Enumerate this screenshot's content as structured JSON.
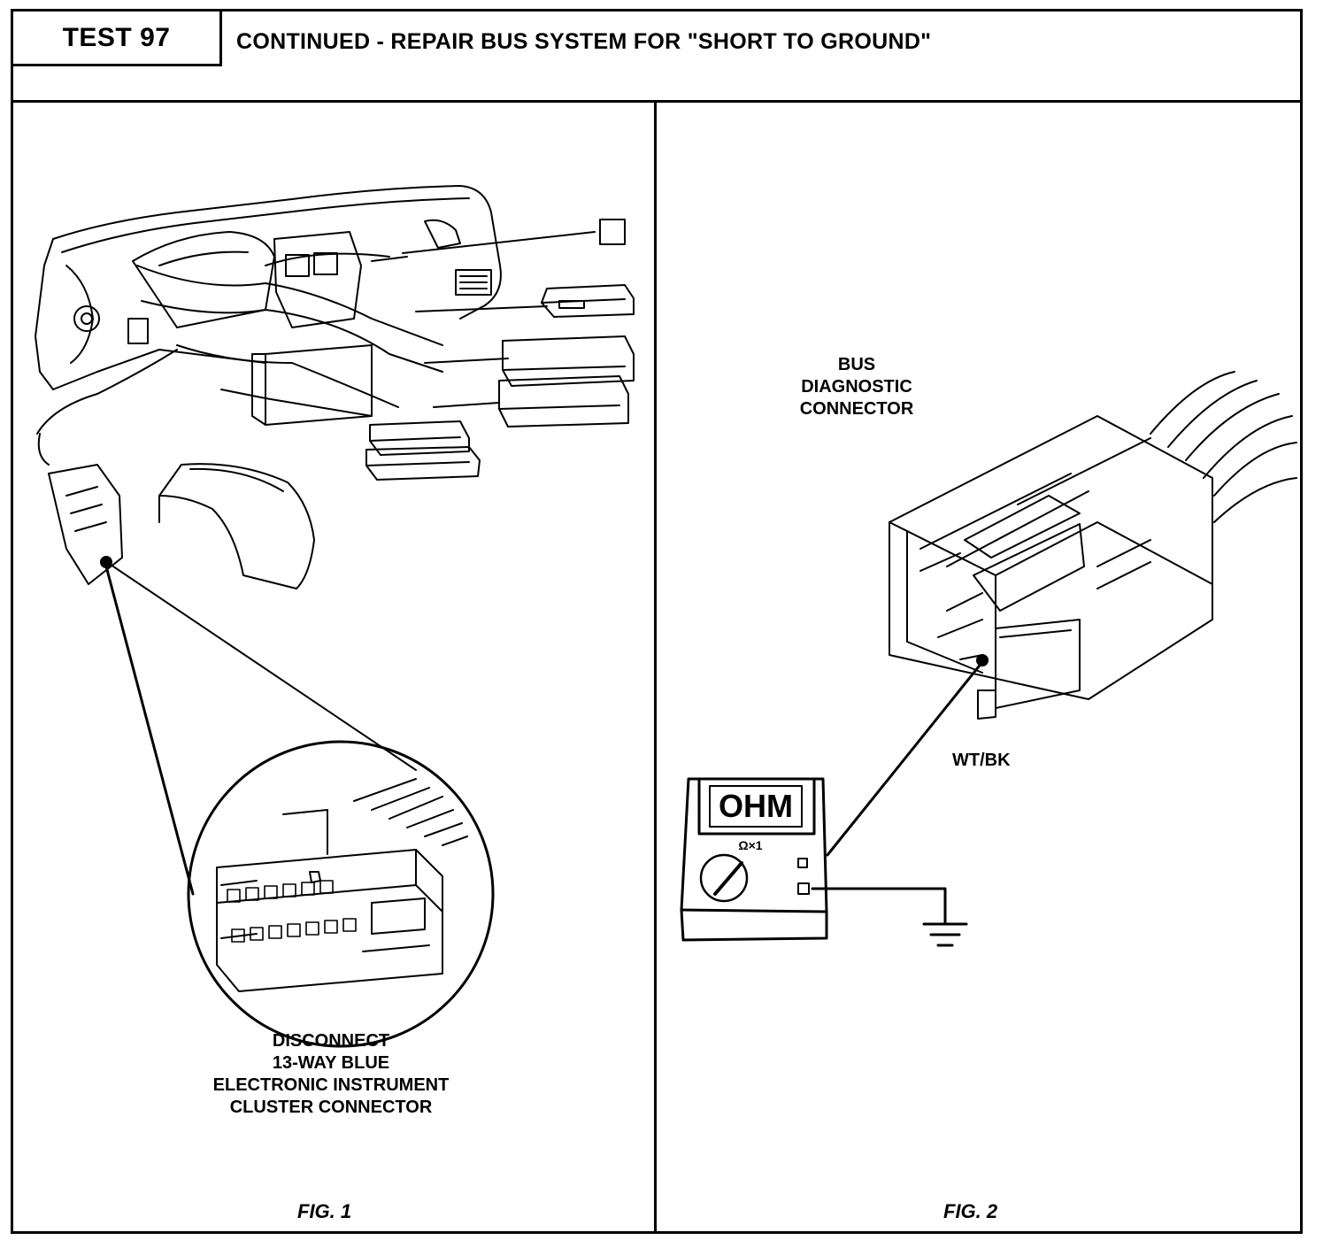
{
  "header": {
    "test_label": "TEST 97",
    "title": "CONTINUED -  REPAIR BUS SYSTEM FOR \"SHORT TO GROUND\""
  },
  "fig1": {
    "caption_lines": [
      "DISCONNECT",
      "13-WAY BLUE",
      "ELECTRONIC INSTRUMENT",
      "CLUSTER CONNECTOR"
    ],
    "label": "FIG. 1"
  },
  "fig2": {
    "connector_label_lines": [
      "BUS",
      "DIAGNOSTIC",
      "CONNECTOR"
    ],
    "wire_label": "WT/BK",
    "meter_display": "OHM",
    "dial_setting": "Ω×1",
    "label": "FIG. 2"
  }
}
